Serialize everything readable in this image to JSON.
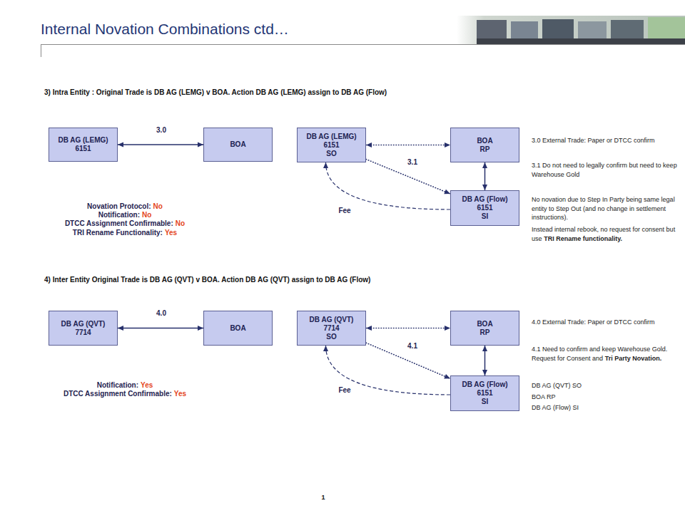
{
  "diagram": {
    "title": "Internal Novation Combinations ctd…",
    "nodes": [
      {
        "text": [
          "DB AG (LEMG)",
          "6151"
        ]
      },
      {
        "text": [
          "BOA"
        ]
      },
      {
        "text": [
          "DB AG (LEMG)",
          "6151",
          "SO"
        ]
      },
      {
        "text": [
          "BOA",
          "RP"
        ]
      },
      {
        "text": [
          "DB AG (Flow)",
          "6151",
          "SI"
        ]
      },
      {
        "text": [
          "DB AG (QVT)",
          "7714"
        ]
      },
      {
        "text": [
          "BOA"
        ]
      },
      {
        "text": [
          "DB AG (QVT)",
          "7714",
          "SO"
        ]
      },
      {
        "text": [
          "BOA",
          "RP"
        ]
      },
      {
        "text": [
          "DB AG (Flow)",
          "6151",
          "SI"
        ]
      }
    ],
    "edges": [
      {
        "from": 0,
        "to": 1,
        "arrow": "both",
        "label": "3.0"
      },
      {
        "from": 2,
        "to": 3,
        "arrow": "both"
      },
      {
        "from": 2,
        "to": 4,
        "arrow": "to",
        "label": "3.1"
      },
      {
        "from": 3,
        "to": 4,
        "arrow": "both"
      },
      {
        "from": 4,
        "to": 2,
        "arrow": "to",
        "label": "Fee"
      },
      {
        "from": 5,
        "to": 6,
        "arrow": "both",
        "label": "4.0"
      },
      {
        "from": 7,
        "to": 8,
        "arrow": "both"
      },
      {
        "from": 7,
        "to": 9,
        "arrow": "to",
        "label": "4.1"
      },
      {
        "from": 8,
        "to": 9,
        "arrow": "both"
      },
      {
        "from": 9,
        "to": 7,
        "arrow": "to",
        "label": "Fee"
      }
    ],
    "labels": [
      "3) Intra Entity : Original Trade is DB AG (LEMG) v BOA. Action DB AG (LEMG) assign to DB AG (Flow)",
      "Novation Protocol:",
      "No",
      "Notification:",
      "No",
      "DTCC Assignment Confirmable:",
      "No",
      "TRI Rename Functionality:",
      "Yes",
      "3.0 External Trade: Paper or DTCC confirm",
      "3.1 Do not need to legally confirm but need to keep Warehouse Gold",
      "No novation due to Step In Party being same legal entity to Step Out (and no change in settlement instructions).",
      "Instead internal rebook, no request for consent but use",
      "TRI Rename functionality.",
      "4) Inter Entity Original Trade is DB AG (QVT) v BOA. Action DB AG (QVT) assign to DB AG (Flow)",
      "Notification:",
      "Yes",
      "DTCC Assignment Confirmable:",
      "Yes",
      "4.0 External Trade: Paper or DTCC confirm",
      "4.1 Need to confirm and keep Warehouse Gold. Request for Consent and",
      "Tri Party Novation.",
      "DB AG (QVT) SO",
      "BOA RP",
      "DB AG (Flow) SI",
      "1"
    ]
  }
}
